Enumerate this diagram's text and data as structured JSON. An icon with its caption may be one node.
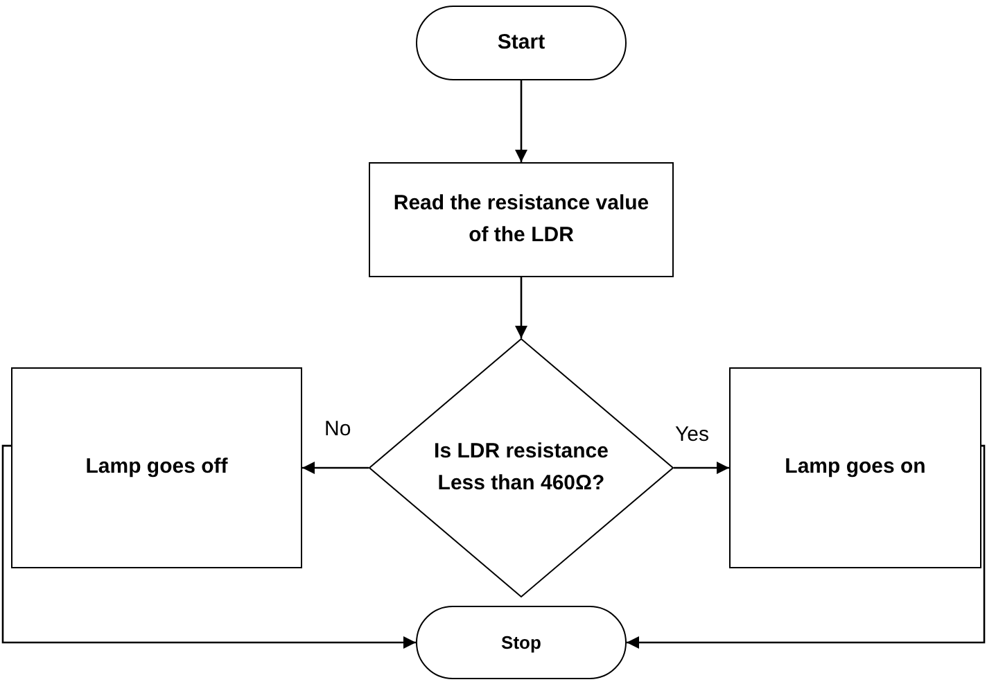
{
  "diagram": {
    "nodes": [
      {
        "text": [
          "Start"
        ]
      },
      {
        "text": [
          "Read the resistance value of the LDR"
        ]
      },
      {
        "text": [
          "Is LDR resistance Less than 460Ω?"
        ]
      },
      {
        "text": [
          "Lamp goes off"
        ]
      },
      {
        "text": [
          "Lamp goes on"
        ]
      },
      {
        "text": [
          "Stop"
        ]
      }
    ],
    "edges": [
      {
        "from": 0,
        "to": 1,
        "arrow": "to"
      },
      {
        "from": 1,
        "to": 2,
        "arrow": "to"
      },
      {
        "from": 2,
        "to": 3,
        "arrow": "to",
        "label": "No"
      },
      {
        "from": 2,
        "to": 4,
        "arrow": "to",
        "label": "Yes"
      },
      {
        "from": 3,
        "to": 5,
        "arrow": "to"
      },
      {
        "from": 4,
        "to": 5,
        "arrow": "to"
      }
    ]
  }
}
